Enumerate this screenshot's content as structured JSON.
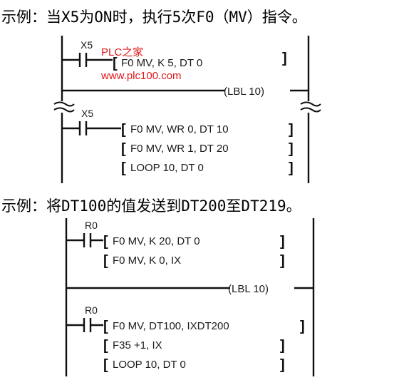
{
  "example1": {
    "caption": "示例：当X5为ON时，执行5次F0（MV）指令。",
    "contact1_label": "X5",
    "instr1": "F0 MV, K 5, DT 0",
    "watermark_text": "PLC之家",
    "watermark_url": "www.plc100.com",
    "lbl": "(LBL 10)",
    "contact2_label": "X5",
    "instr2": "F0 MV, WR 0, DT 10",
    "instr3": "F0 MV, WR 1, DT 20",
    "instr4": "LOOP 10, DT 0"
  },
  "example2": {
    "caption": "示例：将DT100的值发送到DT200至DT219。",
    "contact1_label": "R0",
    "instr1": "F0 MV, K 20, DT 0",
    "instr2": "F0 MV, K 0, IX",
    "lbl": "(LBL 10)",
    "contact2_label": "R0",
    "instr3": "F0 MV, DT100, IXDT200",
    "instr4": "F35 +1, IX",
    "instr5": "LOOP 10, DT 0"
  },
  "colors": {
    "watermark": "#e0191b",
    "line": "#111111"
  }
}
